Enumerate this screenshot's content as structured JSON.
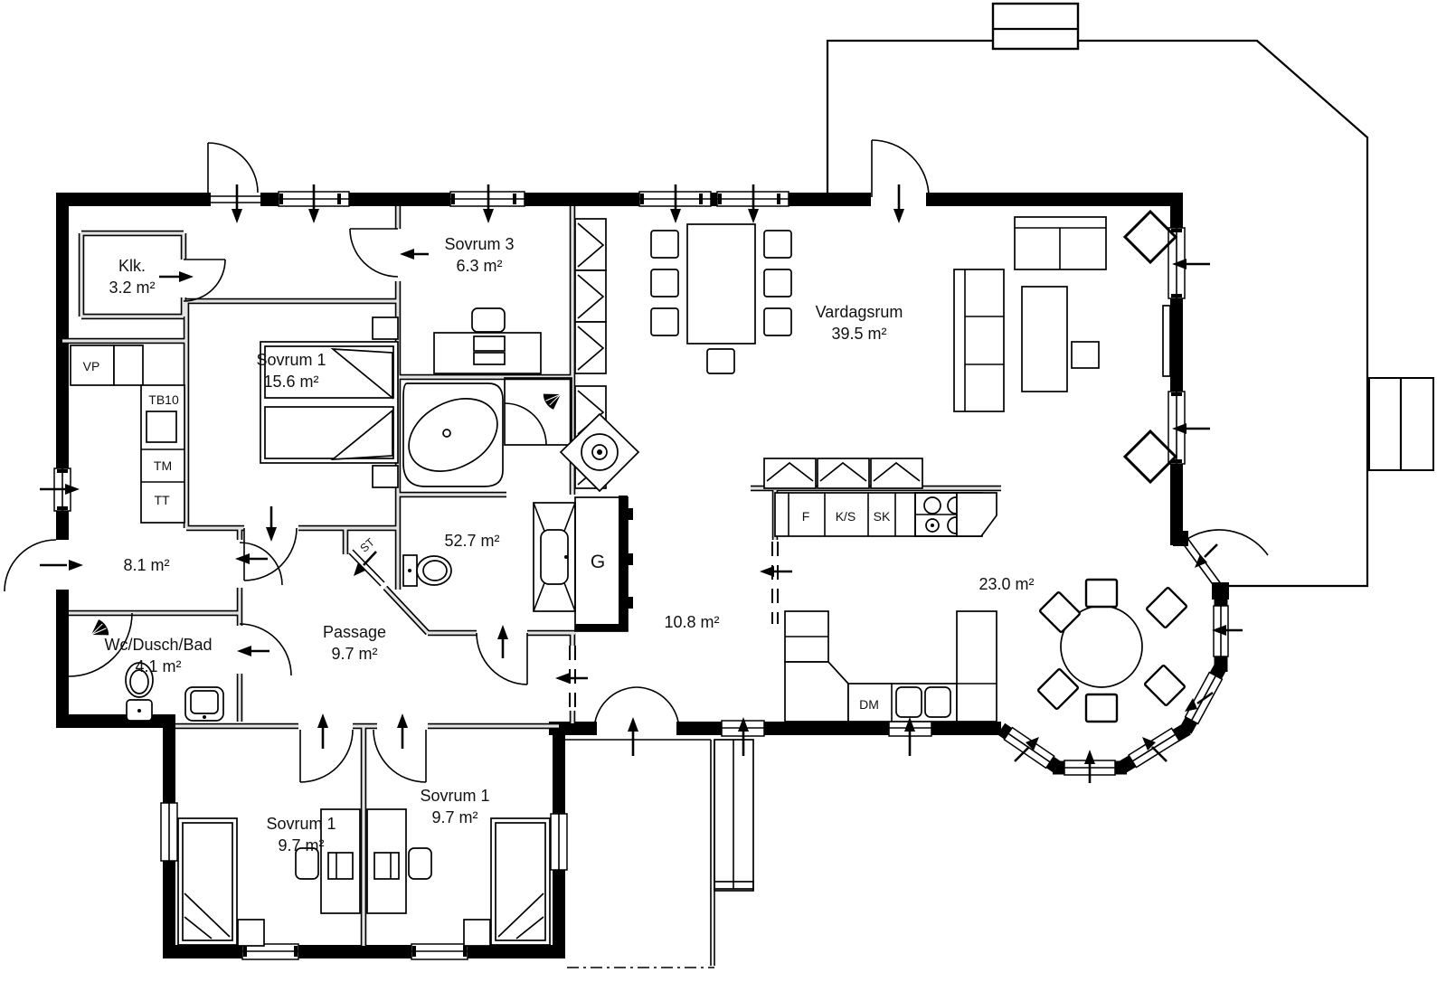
{
  "plan": {
    "rooms": {
      "klk": {
        "name": "Klk.",
        "area": "3.2 m²"
      },
      "sovrum1_master": {
        "name": "Sovrum 1",
        "area": "15.6 m²"
      },
      "sovrum3": {
        "name": "Sovrum 3",
        "area": "6.3 m²"
      },
      "vardagsrum": {
        "name": "Vardagsrum",
        "area": "39.5 m²"
      },
      "open_area": {
        "area": "52.7 m²"
      },
      "entry": {
        "area": "8.1 m²"
      },
      "wc_dusch_bad": {
        "name": "Wc/Dusch/Bad",
        "area": "4.1 m²"
      },
      "passage": {
        "name": "Passage",
        "area": "9.7 m²"
      },
      "inner_hall": {
        "area": "10.8 m²"
      },
      "matplats": {
        "area": "23.0 m²"
      },
      "sovrum1_left": {
        "name": "Sovrum 1",
        "area": "9.7 m²"
      },
      "sovrum1_right": {
        "name": "Sovrum 1",
        "area": "9.7 m²"
      }
    },
    "fixtures": {
      "vp": "VP",
      "tb10": "TB10",
      "tm": "TM",
      "tt": "TT",
      "st": "ST",
      "g": "G",
      "f": "F",
      "ks": "K/S",
      "sk": "SK",
      "dm": "DM"
    }
  }
}
